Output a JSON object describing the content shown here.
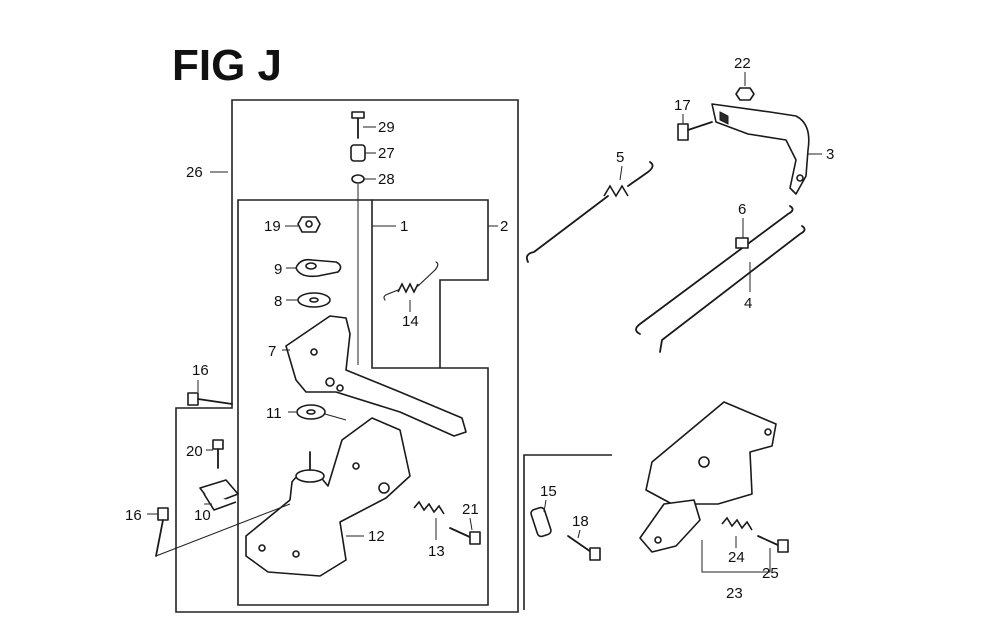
{
  "figure": {
    "title": "FIG J"
  },
  "callouts": [
    {
      "id": "c29",
      "label": "29"
    },
    {
      "id": "c27",
      "label": "27"
    },
    {
      "id": "c28",
      "label": "28"
    },
    {
      "id": "c26",
      "label": "26"
    },
    {
      "id": "c19",
      "label": "19"
    },
    {
      "id": "c1",
      "label": "1"
    },
    {
      "id": "c2",
      "label": "2"
    },
    {
      "id": "c9",
      "label": "9"
    },
    {
      "id": "c8",
      "label": "8"
    },
    {
      "id": "c14",
      "label": "14"
    },
    {
      "id": "c7",
      "label": "7"
    },
    {
      "id": "c16a",
      "label": "16"
    },
    {
      "id": "c11",
      "label": "11"
    },
    {
      "id": "c20",
      "label": "20"
    },
    {
      "id": "c10",
      "label": "10"
    },
    {
      "id": "c16b",
      "label": "16"
    },
    {
      "id": "c21",
      "label": "21"
    },
    {
      "id": "c12",
      "label": "12"
    },
    {
      "id": "c13",
      "label": "13"
    },
    {
      "id": "c5",
      "label": "5"
    },
    {
      "id": "c22",
      "label": "22"
    },
    {
      "id": "c17",
      "label": "17"
    },
    {
      "id": "c3",
      "label": "3"
    },
    {
      "id": "c6",
      "label": "6"
    },
    {
      "id": "c4",
      "label": "4"
    },
    {
      "id": "c15",
      "label": "15"
    },
    {
      "id": "c18",
      "label": "18"
    },
    {
      "id": "c24",
      "label": "24"
    },
    {
      "id": "c25",
      "label": "25"
    },
    {
      "id": "c23",
      "label": "23"
    }
  ]
}
